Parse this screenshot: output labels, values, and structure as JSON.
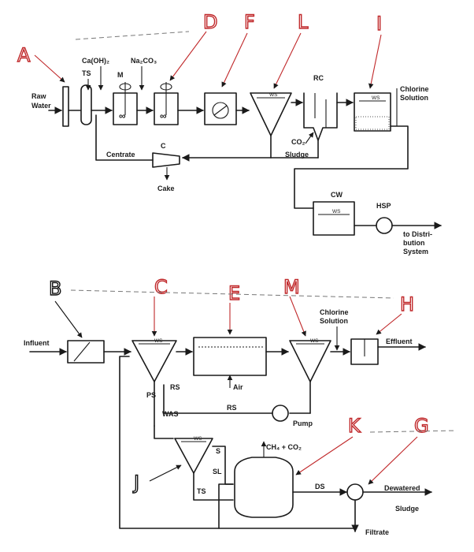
{
  "top": {
    "raw_water": [
      "Raw",
      "Water"
    ],
    "ts": "TS",
    "caoh2": "Ca(OH)₂",
    "na2co3": "Na₂CO₃",
    "m": "M",
    "ws": "WS",
    "rc": "RC",
    "chlorine": [
      "Chlorine",
      "Solution"
    ],
    "co2": "CO₂",
    "centrate": "Centrate",
    "c": "C",
    "cake": "Cake",
    "sludge": "Sludge",
    "cw": "CW",
    "hsp": "HSP",
    "distribution": [
      "to Distri-",
      "bution",
      "System"
    ]
  },
  "bottom": {
    "influent": "Influent",
    "ws": "WS",
    "chlorine": [
      "Chlorine",
      "Solution"
    ],
    "effluent": "Effluent",
    "air": "Air",
    "rs": "RS",
    "ps": "PS",
    "was": "WAS",
    "pump": "Pump",
    "s": "S",
    "sl": "SL",
    "ts": "TS",
    "gas": "CH₄ + CO₂",
    "ds": "DS",
    "dewatered": [
      "Dewatered",
      "Sludge"
    ],
    "filtrate": "Filtrate"
  },
  "annotations": [
    "A",
    "B",
    "C",
    "D",
    "E",
    "F",
    "G",
    "H",
    "I",
    "J",
    "K",
    "L",
    "M"
  ],
  "colors": {
    "ink": "#1a1a1a",
    "annotation_red": "#c0282a",
    "annotation_black": "#111111"
  }
}
